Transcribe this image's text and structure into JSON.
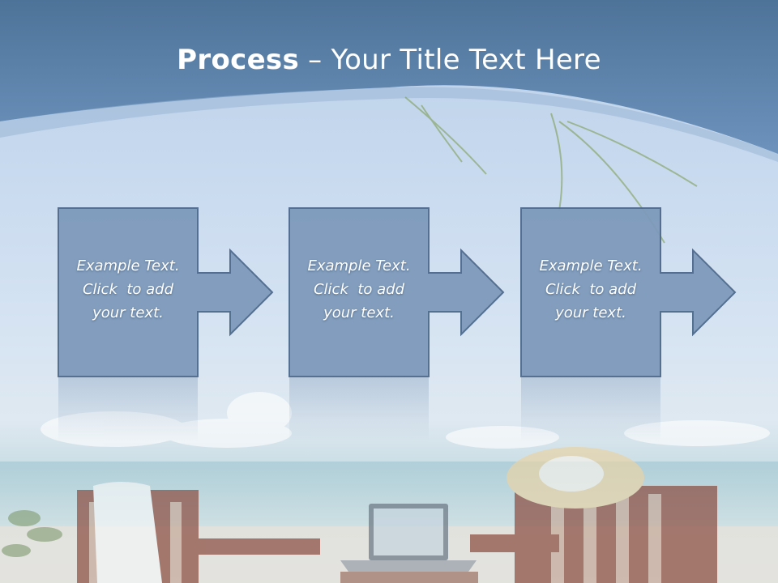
{
  "title": {
    "bold": "Process",
    "rest": " – Your Title Text Here"
  },
  "steps": [
    {
      "lines": [
        "Example Text.",
        "Click  to add",
        "your text."
      ]
    },
    {
      "lines": [
        "Example Text.",
        "Click  to add",
        "your text."
      ]
    },
    {
      "lines": [
        "Example Text.",
        "Click  to add",
        "your text."
      ]
    }
  ],
  "colors": {
    "header": "#5f86b0",
    "box_fill": "#7e9abb",
    "box_stroke": "#4e6a8c",
    "text": "#ffffff"
  }
}
